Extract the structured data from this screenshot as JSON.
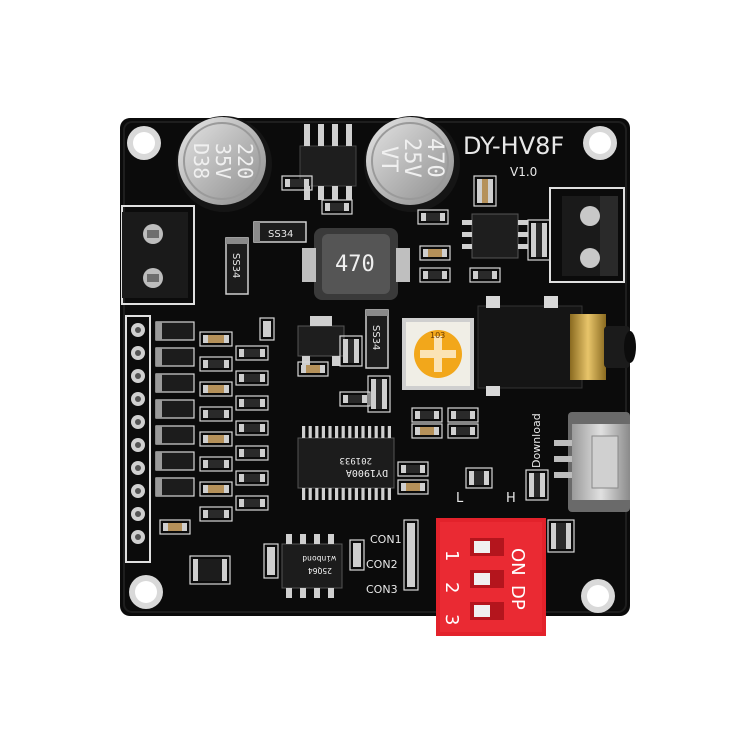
{
  "board": {
    "title": "DY-HV8F",
    "version": "V1.0",
    "capacitor_left": [
      "220",
      "35V",
      "D38"
    ],
    "capacitor_right": [
      "470",
      "25V",
      "VT"
    ],
    "inductor_label": "470",
    "diode_labels": [
      "SS34",
      "SS34",
      "SS34"
    ],
    "chip_main": [
      "DY1900A",
      "201933"
    ],
    "chip_flash": [
      "winbond",
      "25Q64"
    ],
    "potentiometer_label": "103",
    "port_label": "Download",
    "switch_level_labels": [
      "L",
      "H"
    ],
    "con_labels": [
      "CON1",
      "CON2",
      "CON3"
    ],
    "dip_switch": {
      "on_label": "ON",
      "dp_label": "DP",
      "numbers": [
        "1",
        "2",
        "3"
      ]
    }
  },
  "colors": {
    "pcb": "#0b0b0b",
    "silkscreen": "#e6e6e6",
    "dip_switch": "#e3222b",
    "potentiometer": "#f2a71b",
    "gold": "#c9a24a",
    "capacitor": "#b9b9b9"
  }
}
